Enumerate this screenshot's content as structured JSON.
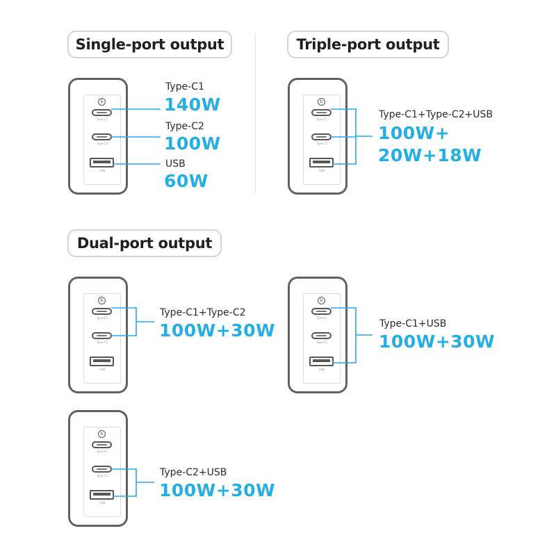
{
  "sections": {
    "single": "Single-port output",
    "triple": "Triple-port output",
    "dual": "Dual-port output"
  },
  "port_labels": {
    "c1": "Type-C1",
    "c2": "Type-C2",
    "usb": "USB"
  },
  "single": {
    "c1_label": "Type-C1",
    "c1_value": "140W",
    "c2_label": "Type-C2",
    "c2_value": "100W",
    "usb_label": "USB",
    "usb_value": "60W"
  },
  "triple": {
    "label": "Type-C1+Type-C2+USB",
    "value_line1": "100W+",
    "value_line2": "20W+18W"
  },
  "dual": {
    "c1_c2": {
      "label": "Type-C1+Type-C2",
      "value": "100W+30W"
    },
    "c1_usb": {
      "label": "Type-C1+USB",
      "value": "100W+30W"
    },
    "c2_usb": {
      "label": "Type-C2+USB",
      "value": "100W+30W"
    }
  },
  "colors": {
    "accent": "#24aee6",
    "line": "#28a9e2",
    "outline": "#5f6166"
  }
}
